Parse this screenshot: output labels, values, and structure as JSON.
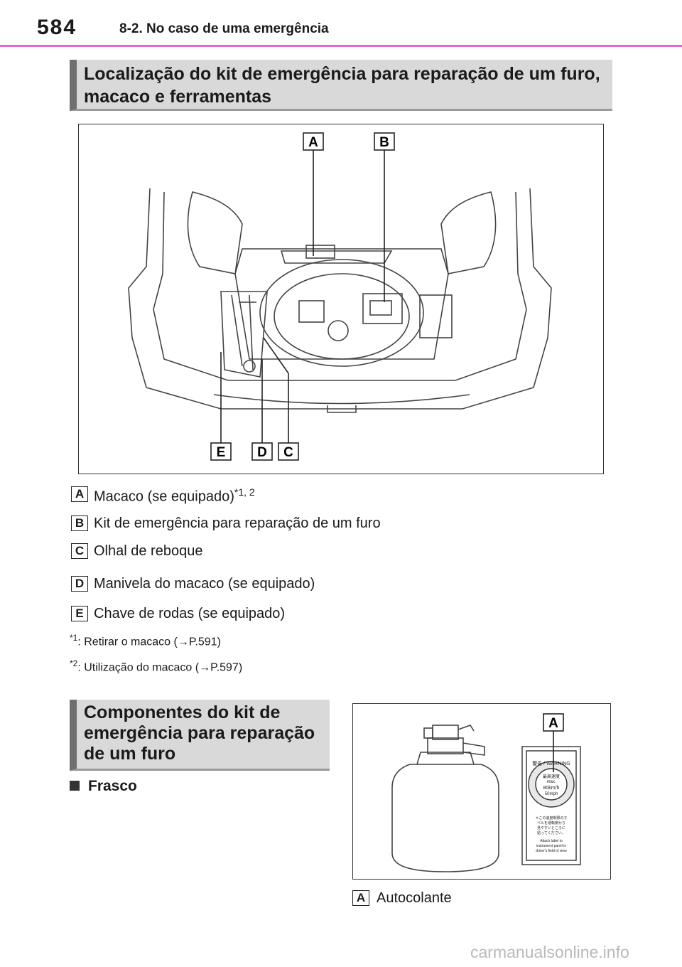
{
  "header": {
    "page_number": "584",
    "chapter": "8-2. No caso de uma emergência",
    "rule_color": "#e06ad1"
  },
  "section1": {
    "title_line1": "Localização do kit de emergência para reparação de um furo,",
    "title_line2": "macaco e ferramentas"
  },
  "figure1": {
    "callouts_top": [
      "A",
      "B"
    ],
    "callouts_bottom": [
      "E",
      "D",
      "C"
    ]
  },
  "legend": [
    {
      "letter": "A",
      "text": "Macaco (se equipado)",
      "sup": "*1, 2"
    },
    {
      "letter": "B",
      "text": "Kit de emergência para reparação de um furo",
      "sup": ""
    },
    {
      "letter": "C",
      "text": "Olhal de reboque",
      "sup": ""
    },
    {
      "letter": "D",
      "text": "Manivela do macaco (se equipado)",
      "sup": ""
    },
    {
      "letter": "E",
      "text": "Chave de rodas (se equipado)",
      "sup": ""
    }
  ],
  "footnotes": [
    {
      "mark": "*1",
      "text": ": Retirar o macaco (→P.591)"
    },
    {
      "mark": "*2",
      "text": ": Utilização do macaco (→P.597)"
    }
  ],
  "section2": {
    "title_line1": "Componentes do kit de",
    "title_line2": "emergência para reparação",
    "title_line3": "de um furo"
  },
  "frasco": {
    "label": "Frasco"
  },
  "figure2": {
    "callout": "A",
    "sticker": {
      "warning": "警告 / WARNING",
      "speed_jp": "最高速度",
      "max": "max.",
      "kmh": "80km/h",
      "mph": "50mph",
      "note1": "＊この速度制限の子",
      "note2": "ベルを運転席から",
      "note3": "見やすいところに",
      "note4": "貼ってください。",
      "en1": "Attach label to",
      "en2": "instrument panel in",
      "en3": "driver's field of view"
    }
  },
  "caption2": {
    "letter": "A",
    "text": "Autocolante"
  },
  "watermark": "carmanualsonline.info"
}
